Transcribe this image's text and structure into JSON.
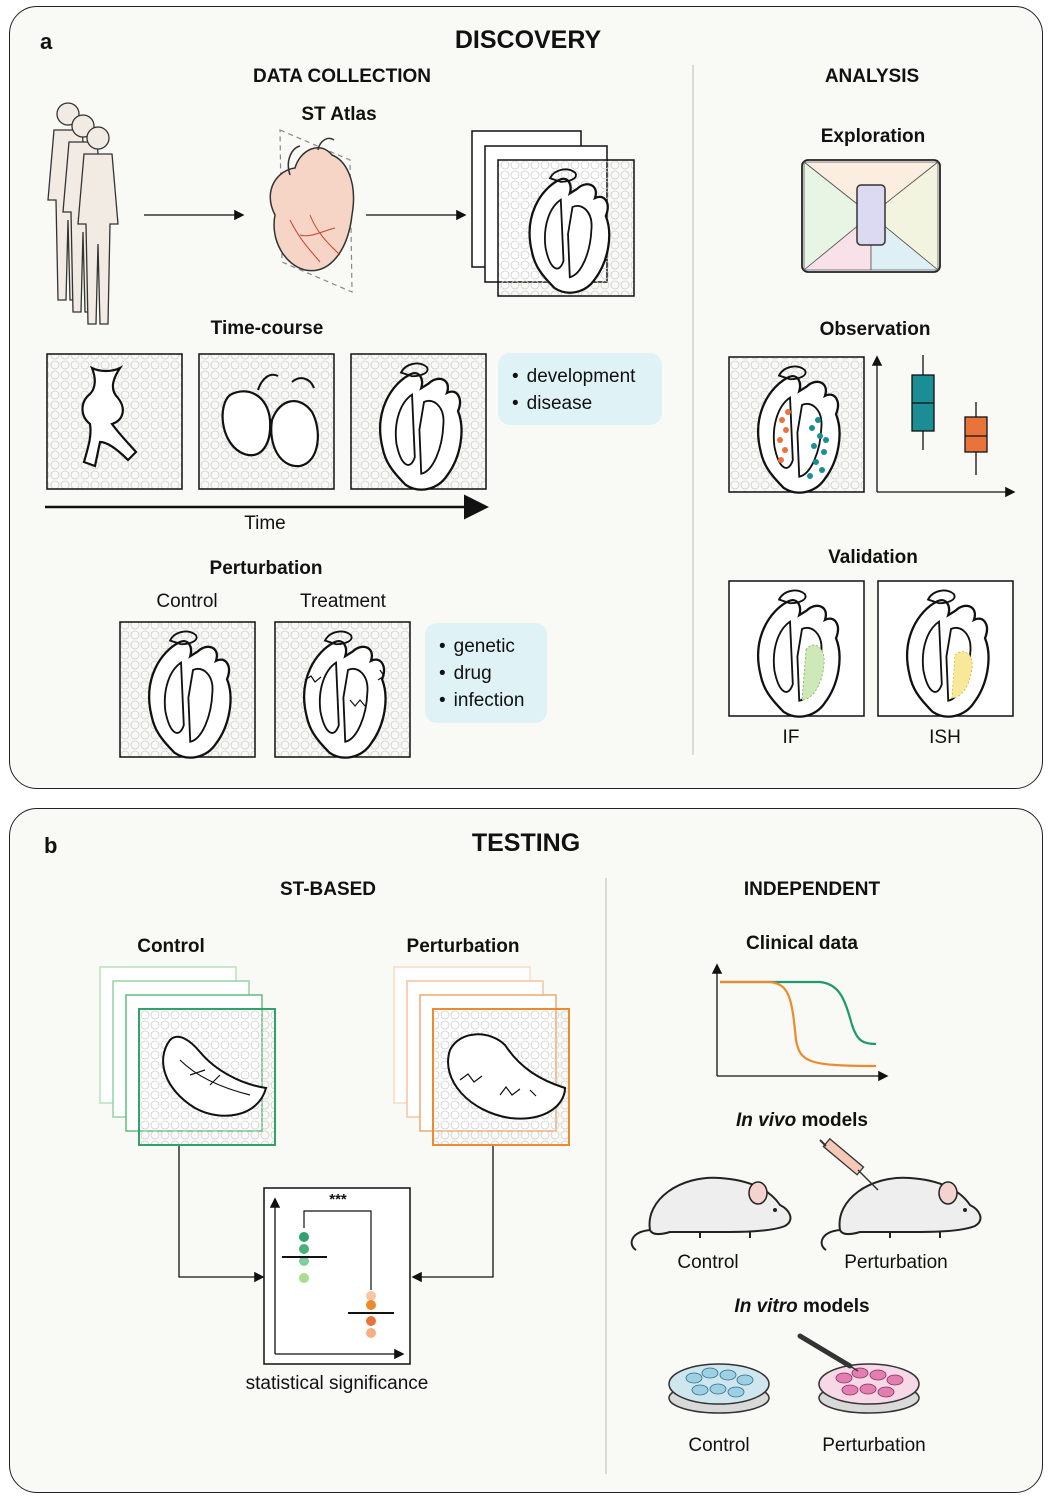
{
  "panel_a": {
    "letter": "a",
    "title": "DISCOVERY",
    "data_collection": {
      "heading": "DATA COLLECTION",
      "atlas_label": "ST Atlas",
      "timecourse_label": "Time-course",
      "time_axis_label": "Time",
      "timecourse_notes": [
        "development",
        "disease"
      ],
      "perturbation_label": "Perturbation",
      "control_label": "Control",
      "treatment_label": "Treatment",
      "perturbation_notes": [
        "genetic",
        "drug",
        "infection"
      ]
    },
    "analysis": {
      "heading": "ANALYSIS",
      "exploration_label": "Exploration",
      "observation_label": "Observation",
      "validation_label": "Validation",
      "if_label": "IF",
      "ish_label": "ISH"
    }
  },
  "panel_b": {
    "letter": "b",
    "title": "TESTING",
    "st_based": {
      "heading": "ST-BASED",
      "control_label": "Control",
      "perturbation_label": "Perturbation",
      "significance_marker": "***",
      "significance_label": "statistical significance"
    },
    "independent": {
      "heading": "INDEPENDENT",
      "clinical_label": "Clinical data",
      "in_vivo_italic": "In vivo",
      "in_vivo_rest": " models",
      "in_vivo_control": "Control",
      "in_vivo_perturbation": "Perturbation",
      "in_vitro_italic": "In vitro",
      "in_vitro_rest": " models",
      "in_vitro_control": "Control",
      "in_vitro_perturbation": "Perturbation"
    }
  },
  "colors": {
    "teal": "#1b8d95",
    "orange": "#e8743b",
    "green": "#2fa36b",
    "note_bg": "#dff2f5"
  }
}
